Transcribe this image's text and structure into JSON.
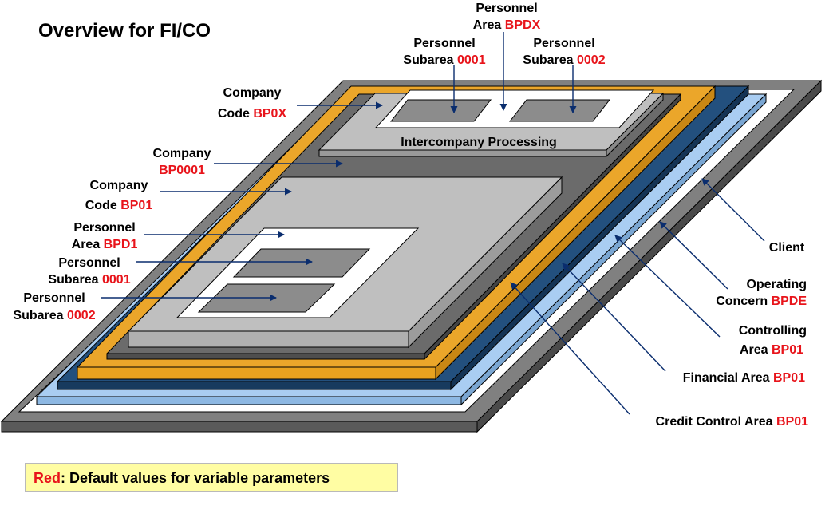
{
  "title": "Overview for FI/CO",
  "intercompany_label": "Intercompany Processing",
  "labels": {
    "personnel_area_top": {
      "line1": "Personnel",
      "line2_text": "Area ",
      "line2_value": "BPDX"
    },
    "personnel_subarea_top_1": {
      "line1": "Personnel",
      "line2_text": "Subarea ",
      "line2_value": "0001"
    },
    "personnel_subarea_top_2": {
      "line1": "Personnel",
      "line2_text": "Subarea ",
      "line2_value": "0002"
    },
    "company_code_bp0x": {
      "line1": "Company",
      "line2_text": "Code ",
      "line2_value": "BP0X"
    },
    "company_bp0001": {
      "line1": "Company",
      "line2_value": "BP0001"
    },
    "company_code_bp01": {
      "line1": "Company",
      "line2_text": "Code ",
      "line2_value": "BP01"
    },
    "personnel_area_bpd1": {
      "line1": "Personnel",
      "line2_text": "Area ",
      "line2_value": "BPD1"
    },
    "personnel_subarea_1": {
      "line1": "Personnel",
      "line2_text": "Subarea ",
      "line2_value": "0001"
    },
    "personnel_subarea_2": {
      "line1": "Personnel",
      "line2_text": "Subarea ",
      "line2_value": "0002"
    },
    "client": {
      "line1": "Client"
    },
    "operating_concern": {
      "line1": "Operating",
      "line2_text": "Concern ",
      "line2_value": "BPDE"
    },
    "controlling_area": {
      "line1": "Controlling",
      "line2_text": "Area ",
      "line2_value": "BP01"
    },
    "financial_area": {
      "line1_text": "Financial Area ",
      "line1_value": "BP01"
    },
    "credit_control_area": {
      "line1_text": "Credit Control Area ",
      "line1_value": "BP01"
    }
  },
  "legend": {
    "red_word": "Red",
    "text": ": Default values for variable parameters"
  },
  "colors": {
    "client": "#808080",
    "operating_concern": "#a9cdf2",
    "controlling_area": "#23507e",
    "financial_area": "#eba62a",
    "company": "#6b6b6b",
    "company_code": "#bfbfbf",
    "personnel_area": "#ffffff",
    "personnel_subarea": "#8c8c8c",
    "highlight_red": "#e8141b",
    "arrow": "#0a2d6e"
  }
}
